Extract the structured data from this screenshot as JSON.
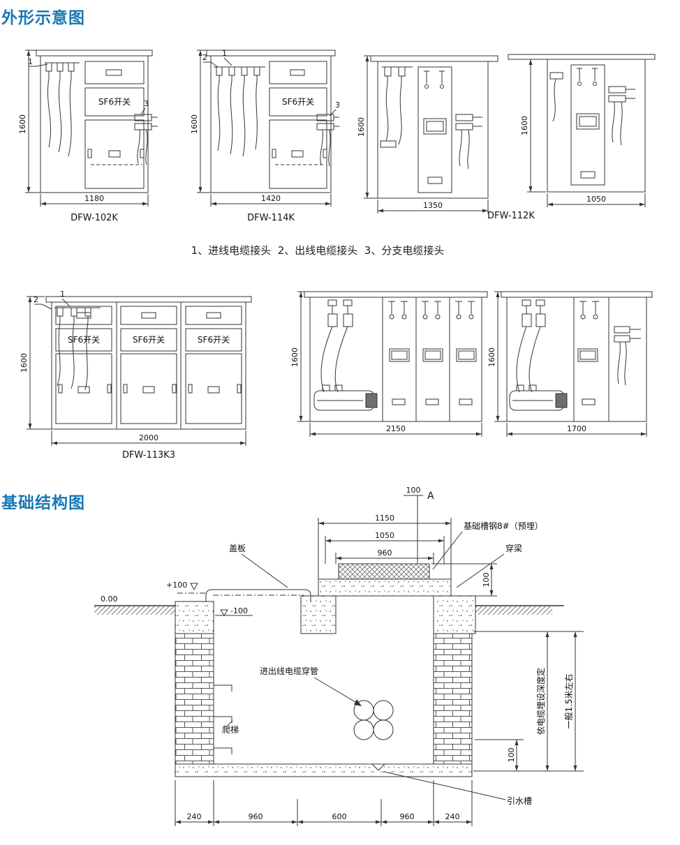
{
  "titles": {
    "outline": "外形示意图",
    "foundation": "基础结构图"
  },
  "legend": "1、进线电缆接头  2、出线电缆接头  3、分支电缆接头",
  "common": {
    "sf6_label": "SF6开关",
    "height": "1600"
  },
  "callouts": {
    "c1": "1",
    "c2": "2",
    "c3": "3"
  },
  "cabinets": {
    "dfw102k": {
      "model": "DFW-102K",
      "width": "1180"
    },
    "dfw114k": {
      "model": "DFW-114K",
      "width": "1420"
    },
    "dfw112k": {
      "model": "DFW-112K",
      "width_left": "1350",
      "width_right": "1050"
    },
    "dfw113k3": {
      "model": "DFW-113K3",
      "width": "2000"
    },
    "unit2150": {
      "width": "2150"
    },
    "unit1700": {
      "width": "1700"
    }
  },
  "foundation": {
    "section_dim": "100",
    "section_mark": "A",
    "dim_1150": "1150",
    "dim_1050": "1050",
    "dim_960": "960",
    "label_channel_steel": "基础槽钢8#（预埋）",
    "label_beam": "穿梁",
    "label_cover": "盖板",
    "elev_plus": "+100",
    "elev_zero": "0.00",
    "elev_minus": "-100",
    "dim_beam_100": "100",
    "label_conduit": "进出线电缆穿管",
    "label_ladder": "爬梯",
    "label_drain": "引水槽",
    "note_depth": "依电缆埋设深度定",
    "note_general": "一般1.5米左右",
    "dim_floor_100": "100",
    "bottom_dims": [
      "240",
      "960",
      "600",
      "960",
      "240"
    ]
  }
}
